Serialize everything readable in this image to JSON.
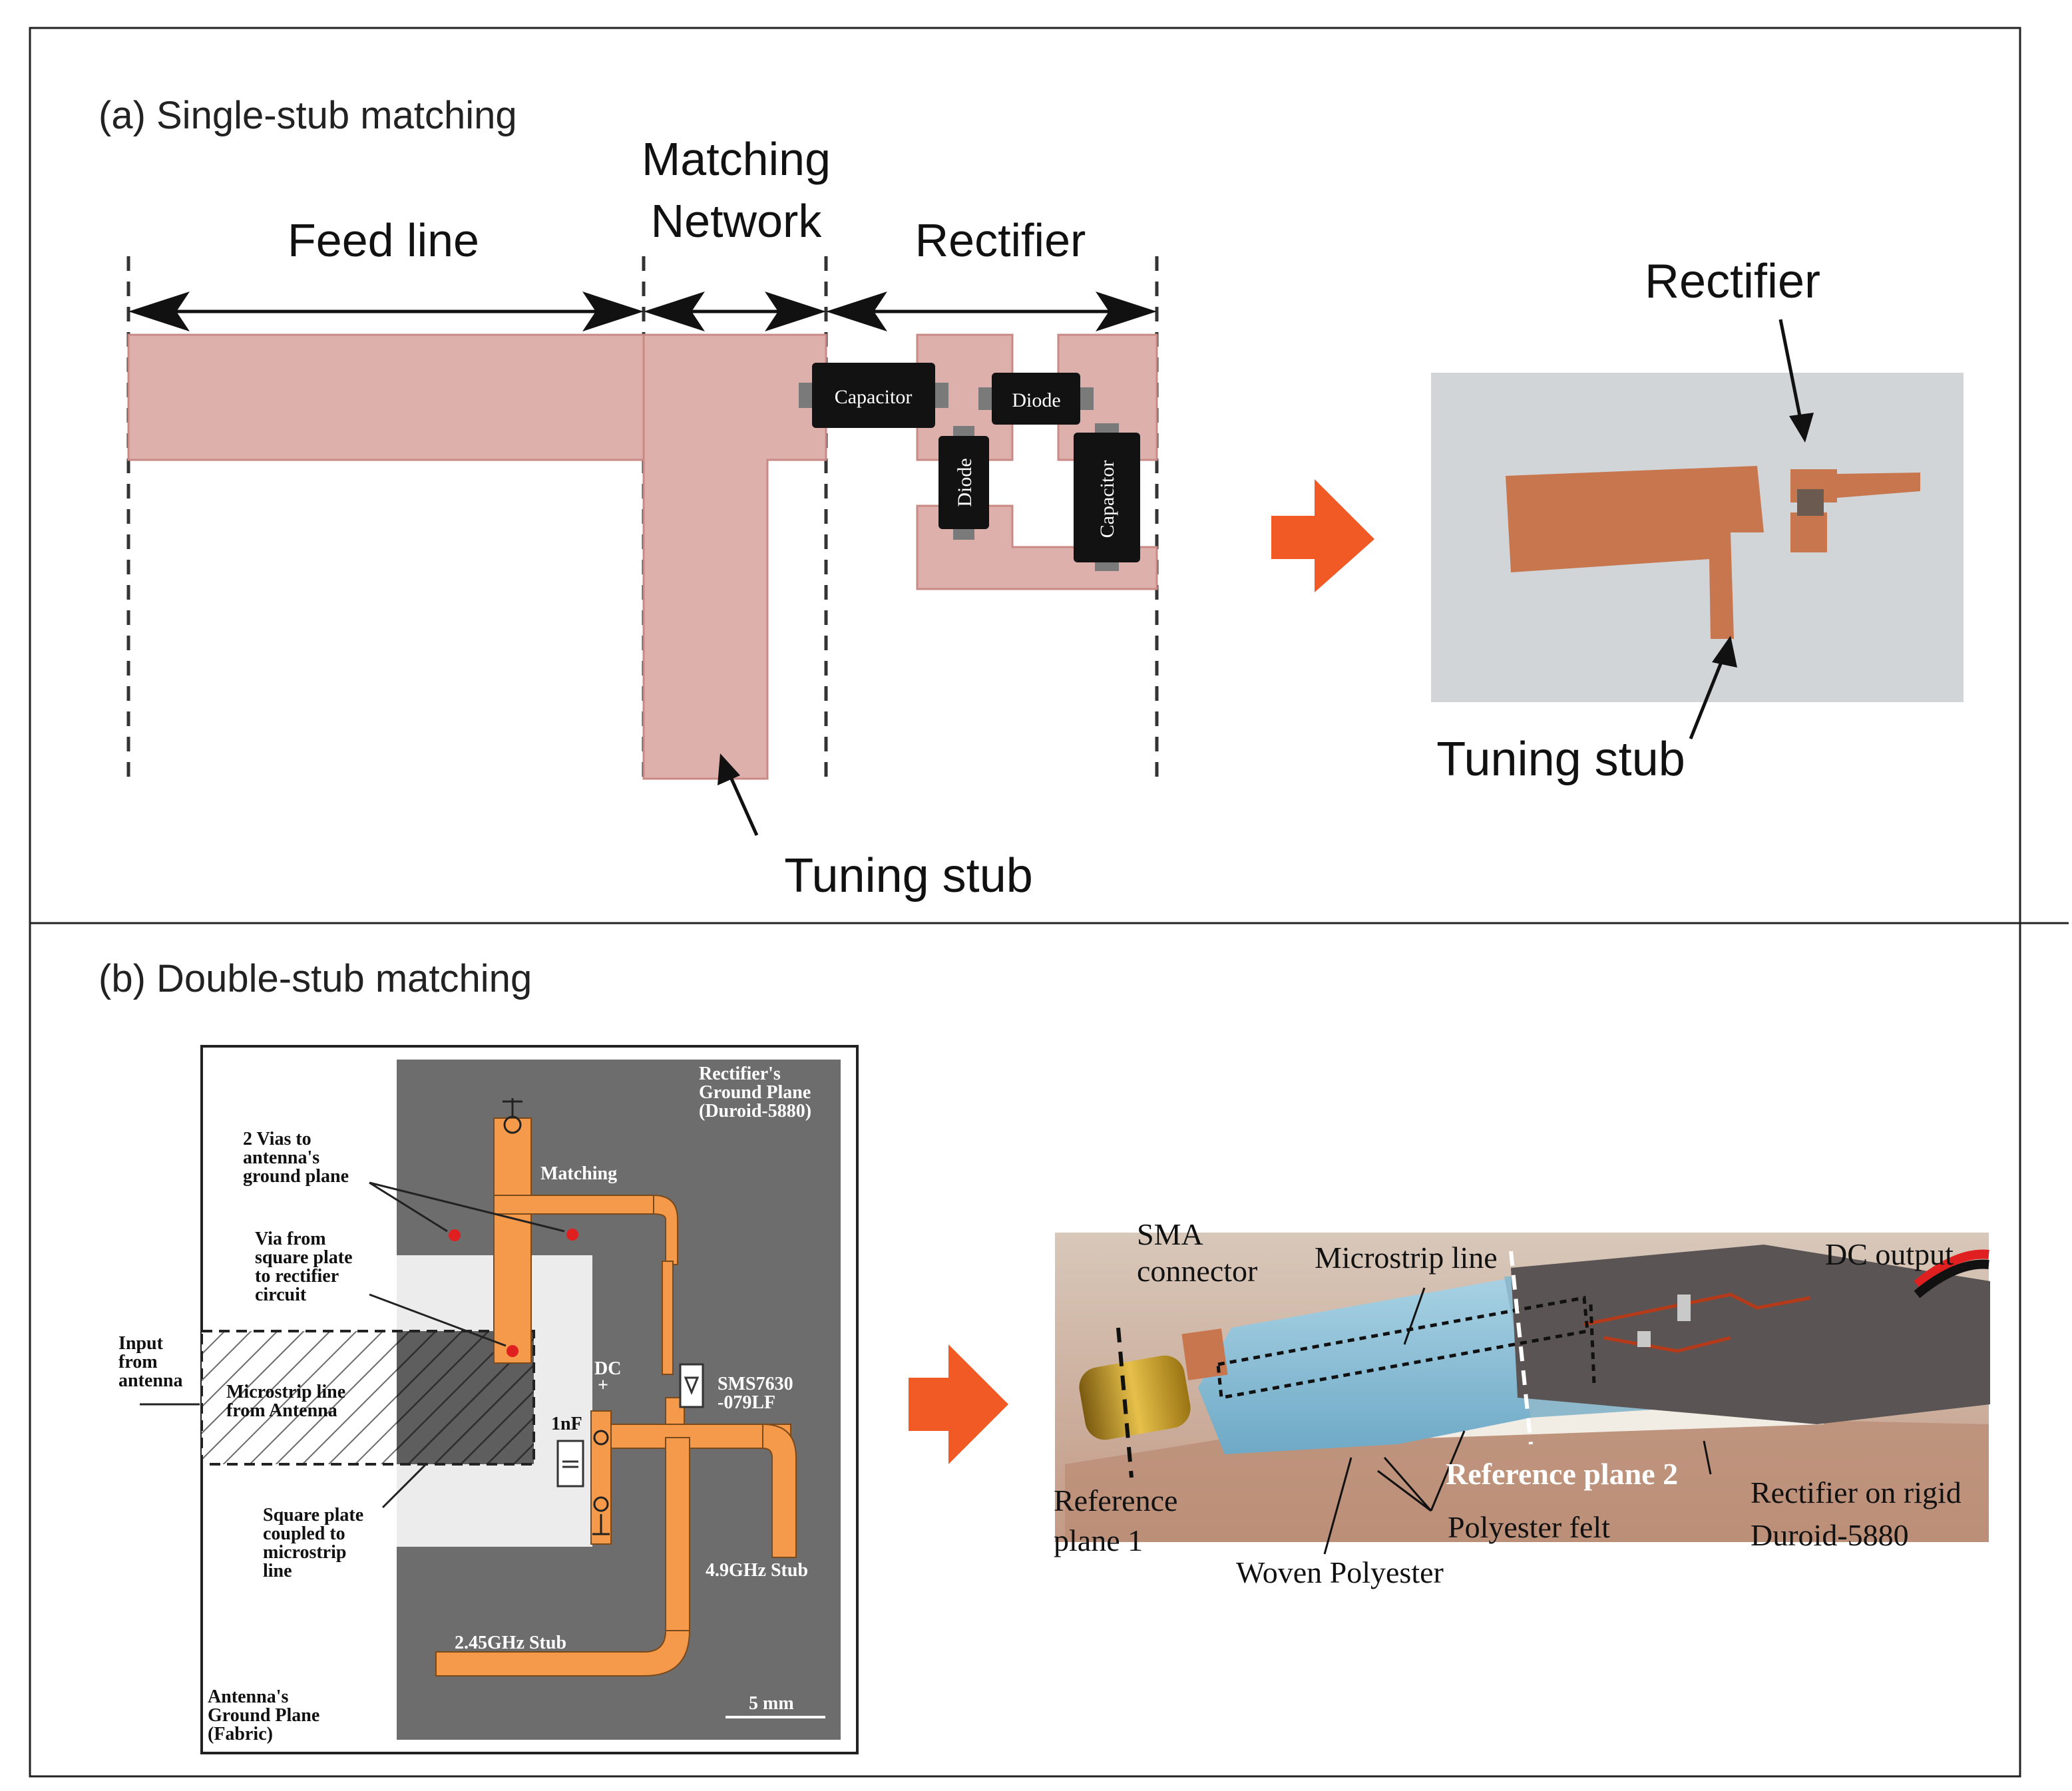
{
  "panel_a": {
    "title": "(a) Single-stub matching",
    "labels": {
      "feed_line": "Feed line",
      "matching_line1": "Matching",
      "matching_line2": "Network",
      "rectifier": "Rectifier",
      "tuning_stub": "Tuning stub"
    },
    "components": {
      "capacitor": "Capacitor",
      "diode": "Diode"
    },
    "photo": {
      "rectifier_label": "Rectifier",
      "tuning_stub_label": "Tuning stub"
    }
  },
  "panel_b": {
    "title": "(b) Double-stub matching",
    "layout": {
      "rectifier_ground_l1": "Rectifier's",
      "rectifier_ground_l2": "Ground Plane",
      "rectifier_ground_l3": "(Duroid-5880)",
      "vias_l1": "2 Vias to",
      "vias_l2": "antenna's",
      "vias_l3": "ground plane",
      "matching": "Matching",
      "via_sq_l1": "Via from",
      "via_sq_l2": "square plate",
      "via_sq_l3": "to rectifier",
      "via_sq_l4": "circuit",
      "input_l1": "Input",
      "input_l2": "from",
      "input_l3": "antenna",
      "microstrip_l1": "Microstrip line",
      "microstrip_l2": "from Antenna",
      "dc": "DC",
      "plus": "+",
      "cap": "1nF",
      "diode_l1": "SMS7630",
      "diode_l2": "-079LF",
      "square_l1": "Square plate",
      "square_l2": "coupled to",
      "square_l3": "microstrip",
      "square_l4": "line",
      "stub_49": "4.9GHz Stub",
      "stub_245": "2.45GHz Stub",
      "antenna_ground_l1": "Antenna's",
      "antenna_ground_l2": "Ground Plane",
      "antenna_ground_l3": "(Fabric)",
      "scale": "5 mm"
    },
    "photo": {
      "sma_l1": "SMA",
      "sma_l2": "connector",
      "microstrip": "Microstrip line",
      "dc_output": "DC output",
      "ref1_l1": "Reference",
      "ref1_l2": "plane 1",
      "ref2": "Reference plane 2",
      "felt": "Polyester felt",
      "rectifier_l1": "Rectifier on rigid",
      "rectifier_l2": "Duroid-5880",
      "woven": "Woven Polyester"
    }
  },
  "colors": {
    "trace_pink": "#deb0ac",
    "trace_orange": "#f59a4a",
    "arrow_orange": "#f15a24",
    "ground_gray": "#6d6d6d",
    "copper": "#c9744e"
  }
}
